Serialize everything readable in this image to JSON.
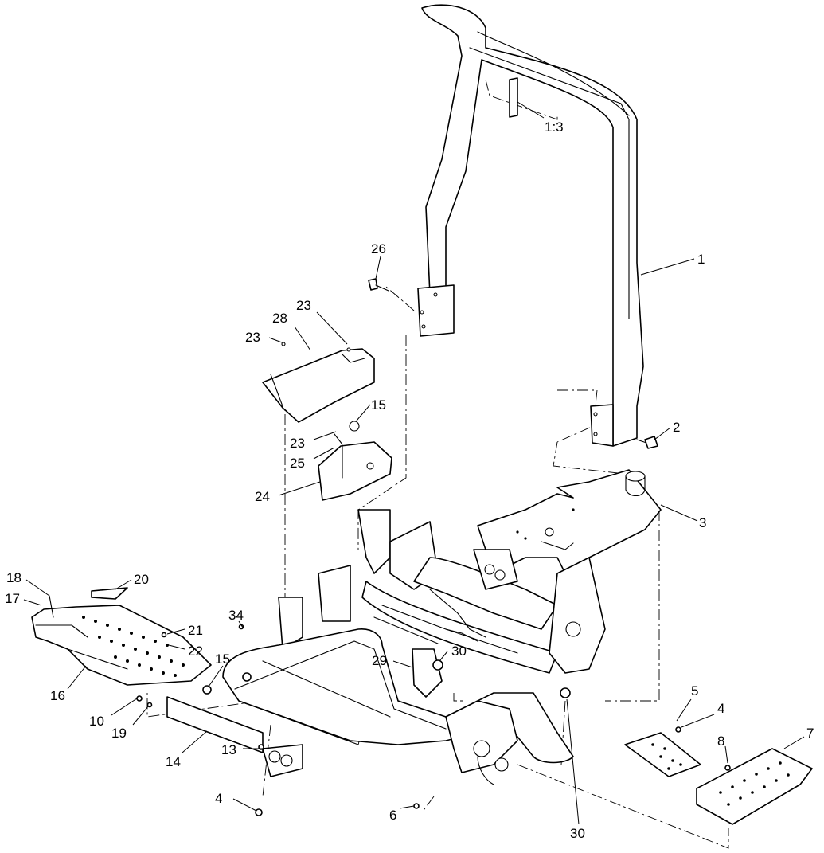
{
  "diagram": {
    "type": "exploded-parts-view",
    "callouts": {
      "c_1_3": "1:3",
      "c_1": "1",
      "c_2": "2",
      "c_3": "3",
      "c_4a": "4",
      "c_4b": "4",
      "c_5": "5",
      "c_6": "6",
      "c_7": "7",
      "c_8": "8",
      "c_10": "10",
      "c_13": "13",
      "c_14": "14",
      "c_15a": "15",
      "c_15b": "15",
      "c_16": "16",
      "c_17": "17",
      "c_18": "18",
      "c_19": "19",
      "c_20": "20",
      "c_21": "21",
      "c_22": "22",
      "c_23a": "23",
      "c_23b": "23",
      "c_23c": "23",
      "c_24": "24",
      "c_25": "25",
      "c_26": "26",
      "c_28": "28",
      "c_29": "29",
      "c_30a": "30",
      "c_30b": "30",
      "c_34": "34"
    }
  }
}
